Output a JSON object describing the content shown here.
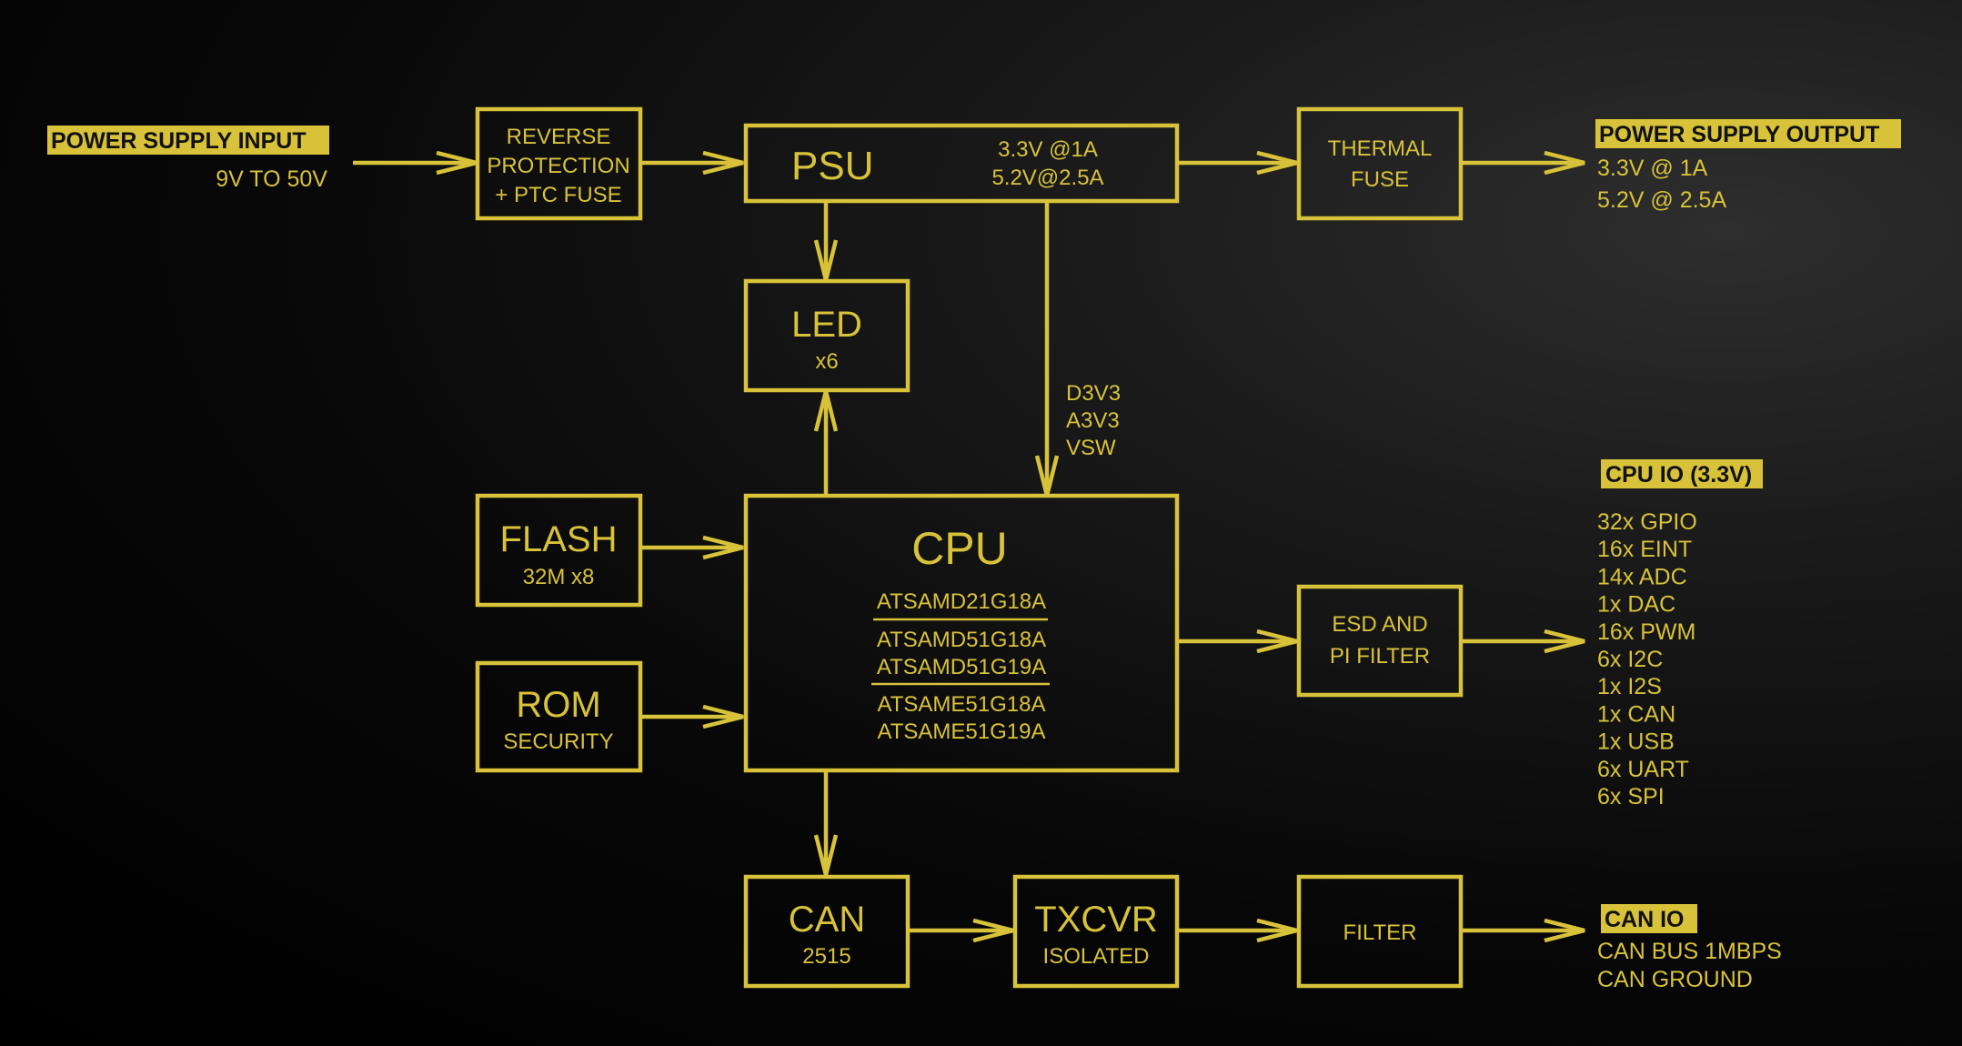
{
  "colors": {
    "accent": "#d8c23a",
    "background": "#000000"
  },
  "power_input": {
    "label": "POWER SUPPLY INPUT",
    "range": "9V TO 50V"
  },
  "reverse_protection": {
    "lines": [
      "REVERSE",
      "PROTECTION",
      "+ PTC FUSE"
    ]
  },
  "psu": {
    "title": "PSU",
    "rail1": "3.3V @1A",
    "rail2": "5.2V@2.5A"
  },
  "thermal_fuse": {
    "lines": [
      "THERMAL",
      "FUSE"
    ]
  },
  "power_output": {
    "label": "POWER SUPPLY OUTPUT",
    "lines": [
      "3.3V @ 1A",
      "5.2V @ 2.5A"
    ]
  },
  "led": {
    "title": "LED",
    "sub": "x6"
  },
  "rails": [
    "D3V3",
    "A3V3",
    "VSW"
  ],
  "flash": {
    "title": "FLASH",
    "sub": "32M x8"
  },
  "rom": {
    "title": "ROM",
    "sub": "SECURITY"
  },
  "cpu": {
    "title": "CPU",
    "variants": [
      "ATSAMD21G18A",
      "ATSAMD51G18A",
      "ATSAMD51G19A",
      "ATSAME51G18A",
      "ATSAME51G19A"
    ]
  },
  "esd": {
    "lines": [
      "ESD AND",
      "PI FILTER"
    ]
  },
  "cpu_io": {
    "label": "CPU IO (3.3V)",
    "items": [
      "32x GPIO",
      "16x EINT",
      "14x ADC",
      "1x DAC",
      "16x PWM",
      "6x I2C",
      "1x I2S",
      "1x CAN",
      "1x USB",
      "6x UART",
      "6x SPI"
    ]
  },
  "can": {
    "title": "CAN",
    "sub": "2515"
  },
  "txcvr": {
    "title": "TXCVR",
    "sub": "ISOLATED"
  },
  "filter": {
    "label": "FILTER"
  },
  "can_io": {
    "label": "CAN IO",
    "lines": [
      "CAN BUS 1MBPS",
      "CAN GROUND"
    ]
  }
}
